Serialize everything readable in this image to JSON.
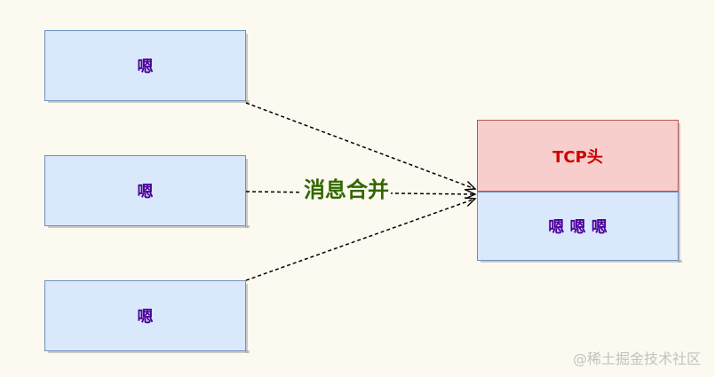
{
  "diagram": {
    "inputs": [
      {
        "label": "嗯"
      },
      {
        "label": "嗯"
      },
      {
        "label": "嗯"
      }
    ],
    "merge_label": "消息合并",
    "output": {
      "header_label": "TCP头",
      "body_label": "嗯 嗯 嗯"
    },
    "colors": {
      "input_fill": "#dae8fc",
      "input_stroke": "#6c8ebf",
      "input_text": "#4c0099",
      "header_fill": "#f8cecc",
      "header_stroke": "#b85450",
      "header_text": "#cc0000",
      "merge_label_text": "#336600",
      "background": "#fcfaf0"
    }
  },
  "watermark": "@稀土掘金技术社区"
}
